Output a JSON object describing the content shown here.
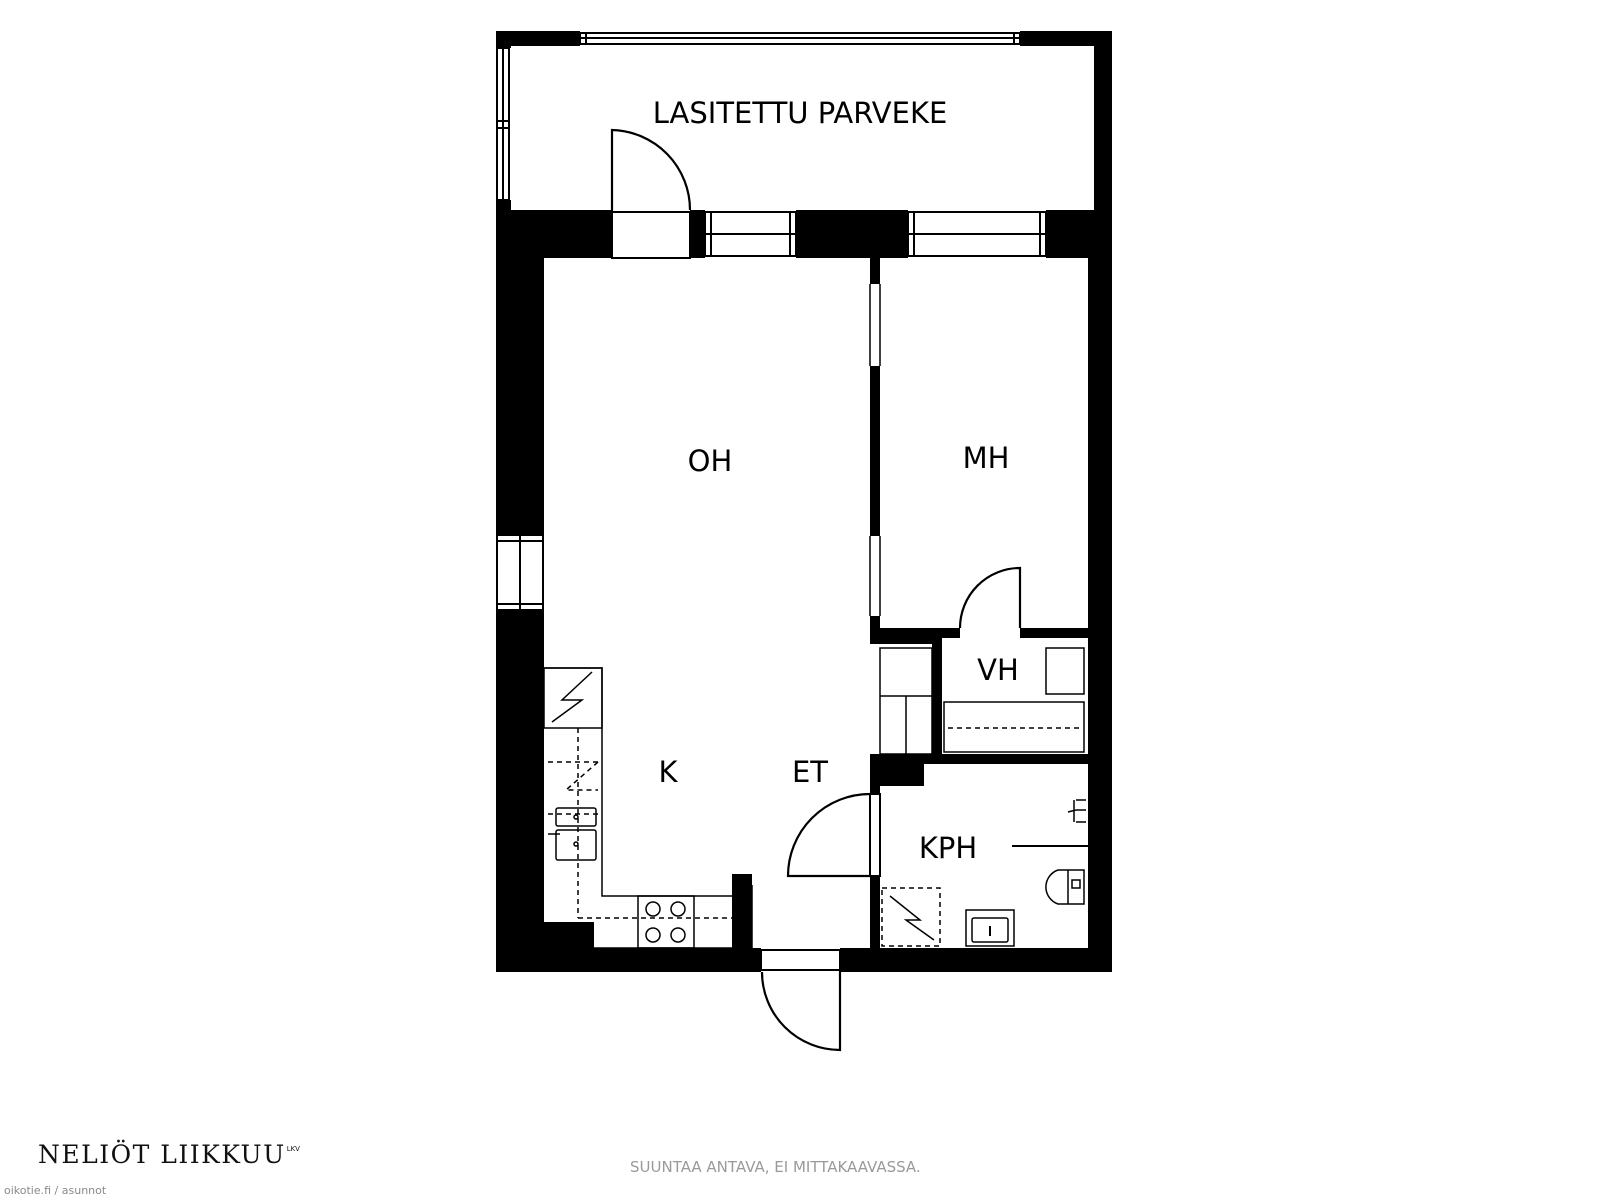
{
  "rooms": {
    "balcony": "LASITETTU PARVEKE",
    "living": "OH",
    "bedroom": "MH",
    "closet": "VH",
    "kitchen": "K",
    "entry": "ET",
    "bathroom": "KPH"
  },
  "footer": {
    "brand": "NELIÖT LIIKKUU",
    "brand_mark": "LKV",
    "disclaimer": "SUUNTAA ANTAVA, EI MITTAKAAVASSA.",
    "watermark": "oikotie.fi / asunnot"
  }
}
